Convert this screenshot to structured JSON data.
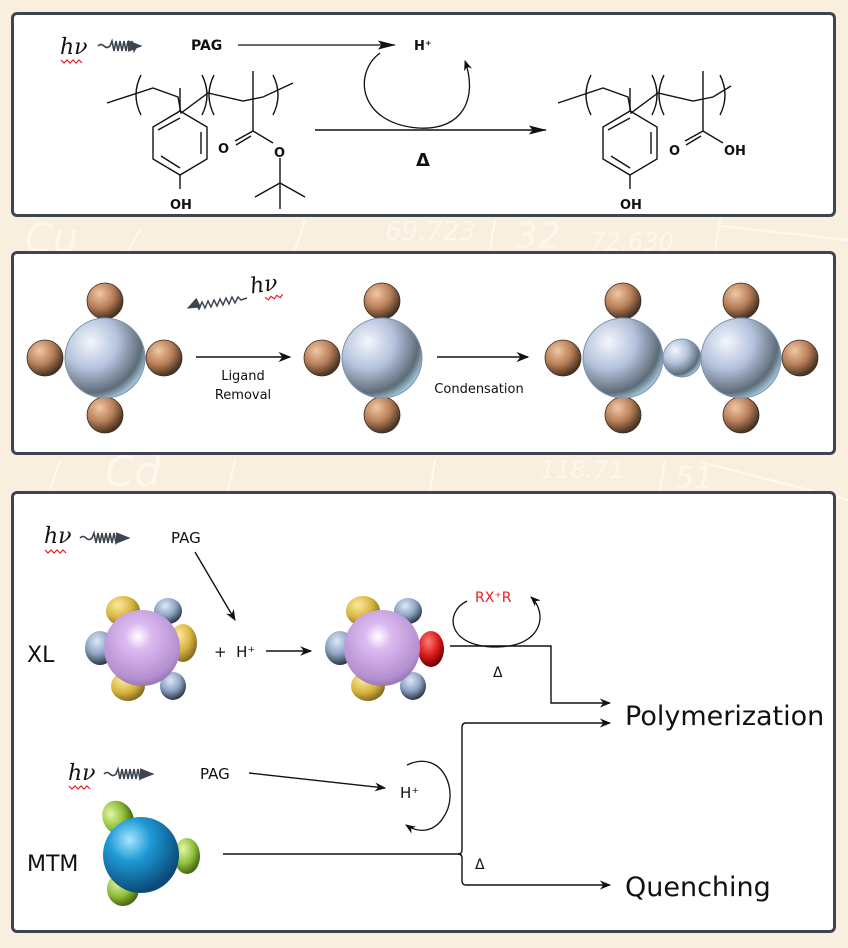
{
  "background": {
    "color": "#f8efdf",
    "watermark_text": [
      "Cu",
      "69.723",
      "32",
      "72.630",
      "Cd",
      "118.71",
      "51"
    ]
  },
  "colors": {
    "panel_border": "#3d4650",
    "hv_underline": "#e8211d",
    "rx_label": "#e8211d",
    "ligand_ball": "#c8906a",
    "metal_core": "#b4c4da",
    "xl_core": "#c8a2e0",
    "xl_ligand_gold": "#d9bb4a",
    "xl_ligand_blue": "#8ea4c6",
    "xl_reactive": "#d61616",
    "mtm_core": "#1e9ad6",
    "mtm_ligand": "#8fbf3a"
  },
  "panel1": {
    "hv": "hν",
    "pag": "PAG",
    "h_plus": "H⁺",
    "delta": "Δ",
    "reactant": {
      "phenol_oh": "OH",
      "ester_o1": "O",
      "ester_o2": "O"
    },
    "product": {
      "phenol_oh": "OH",
      "acid_o": "O",
      "acid_oh": "OH"
    }
  },
  "panel2": {
    "hv": "hν",
    "step1_label_line1": "Ligand",
    "step1_label_line2": "Removal",
    "step2_label": "Condensation"
  },
  "panel3": {
    "top": {
      "hv": "hν",
      "pag": "PAG",
      "species_label": "XL",
      "plus_h": "+  H⁺",
      "cycle_label": "RX⁺R",
      "delta": "Δ"
    },
    "bottom": {
      "hv": "hν",
      "pag": "PAG",
      "species_label": "MTM",
      "h_plus": "H⁺",
      "delta": "Δ"
    },
    "outcomes": {
      "polymerization": "Polymerization",
      "quenching": "Quenching"
    }
  }
}
